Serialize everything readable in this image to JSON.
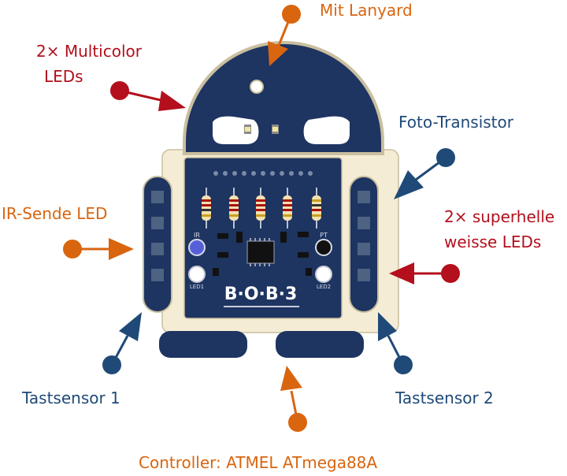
{
  "labels": {
    "lanyard": "Mit Lanyard",
    "multicolor_line1": "2× Multicolor",
    "multicolor_line2": "LEDs",
    "foto": "Foto-Transistor",
    "ir": "IR-Sende LED",
    "superhelle_line1": "2× superhelle",
    "superhelle_line2": "weisse LEDs",
    "tast1": "Tastsensor 1",
    "tast2": "Tastsensor 2",
    "controller": "Controller: ATMEL ATmega88A"
  },
  "board": {
    "logo": "B·O·B·3",
    "ir_silk": "IR",
    "pt_silk": "PT",
    "led1_silk": "LED1",
    "led2_silk": "LED2"
  },
  "colors": {
    "orange": "#d9650f",
    "red": "#b30f1c",
    "blue": "#1f4a78",
    "navy": "#1e3461",
    "cream": "#f5ecd5"
  }
}
